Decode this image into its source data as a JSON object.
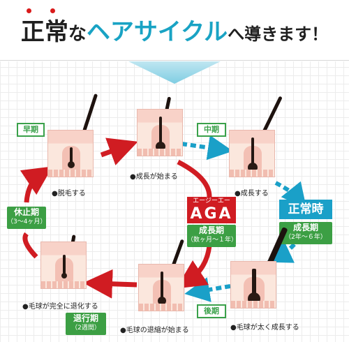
{
  "header": {
    "title_part1": "正常",
    "title_part2": "な",
    "title_part3": "ヘアサイクル",
    "title_part4": "へ導きます！"
  },
  "stages": {
    "early": {
      "badge": "早期",
      "caption": "●脱毛する"
    },
    "grow_start": {
      "caption": "●成長が始まる"
    },
    "middle": {
      "badge": "中期",
      "caption": "●成長する"
    },
    "late": {
      "badge": "後期",
      "caption": "●毛球が太く成長する"
    },
    "shrink": {
      "caption": "●毛球の退縮が始まる"
    },
    "regress_full": {
      "caption": "●毛球が完全に退化する"
    }
  },
  "rest_period": {
    "label": "休止期",
    "sub": "（3～4ヶ月）"
  },
  "regression": {
    "label": "退行期",
    "sub": "（2週間）"
  },
  "aga": {
    "top": "エージーエー",
    "main": "AGA",
    "growth_label": "成長期",
    "growth_sub": "（数ヶ月～１年）"
  },
  "normal": {
    "main": "正常時",
    "growth_label": "成長期",
    "growth_sub": "（2年～６年）"
  },
  "colors": {
    "red": "#d01c22",
    "teal": "#1aa0c8",
    "green": "#3c9f44"
  }
}
